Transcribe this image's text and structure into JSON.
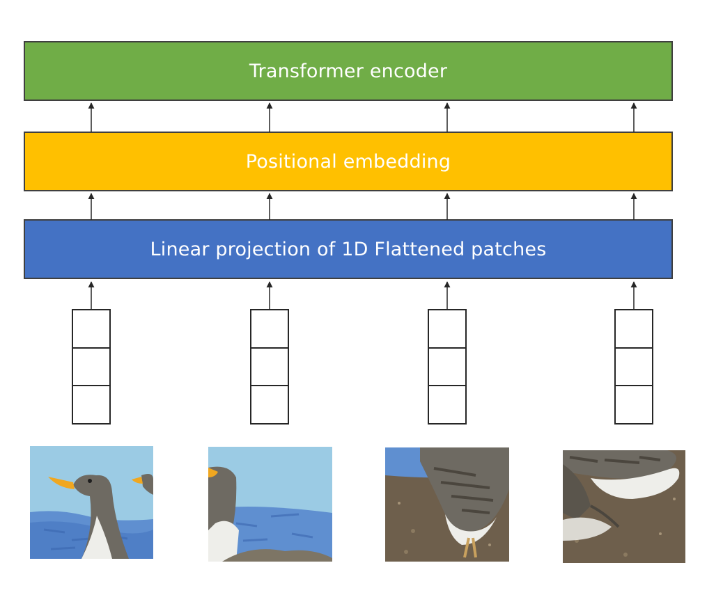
{
  "diagram": {
    "title_encoder": "Transformer encoder",
    "title_positional": "Positional embedding",
    "title_projection": "Linear projection of 1D Flattened patches"
  },
  "colors": {
    "encoder": "#70ad47",
    "positional": "#ffc000",
    "projection": "#4472c4",
    "sky": "#9bcbe4",
    "water": "#4f7fc6",
    "goose_neck": "#6e6a62",
    "goose_white": "#eeeeea",
    "beak": "#f0a720",
    "ground": "#6e5f4c"
  },
  "patches": {
    "count": 4,
    "vector_cells": 3,
    "contents": [
      "goose-head-patch",
      "goose-neck-patch",
      "goose-body-patch",
      "goose-tail-patch"
    ]
  }
}
